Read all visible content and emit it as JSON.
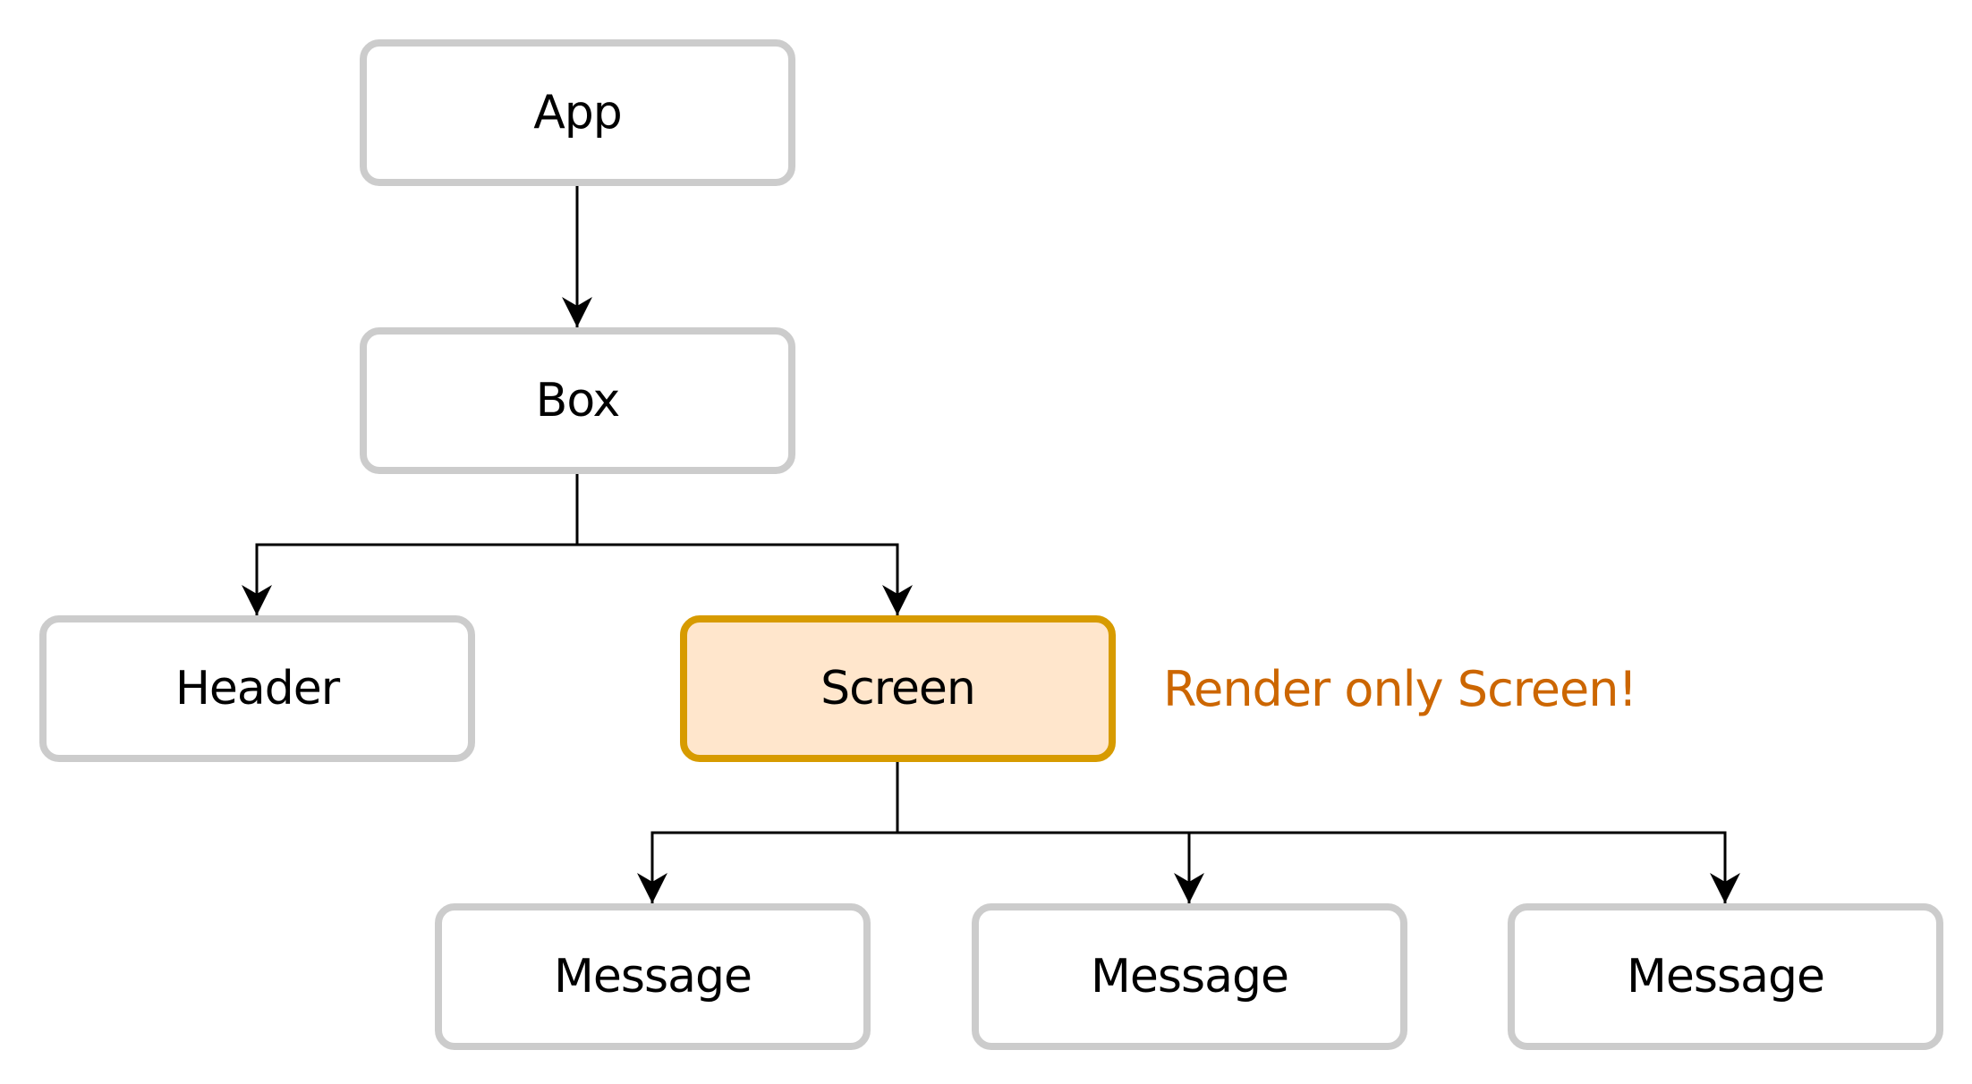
{
  "nodes": {
    "app": "App",
    "box": "Box",
    "header": "Header",
    "screen": "Screen",
    "messages": [
      "Message",
      "Message",
      "Message"
    ]
  },
  "annotation": "Render only Screen!",
  "colors": {
    "node_border": "#cccccc",
    "highlight_border": "#d79b00",
    "highlight_fill": "#ffe6cc",
    "annotation_text": "#cc6600",
    "edge": "#000000"
  }
}
